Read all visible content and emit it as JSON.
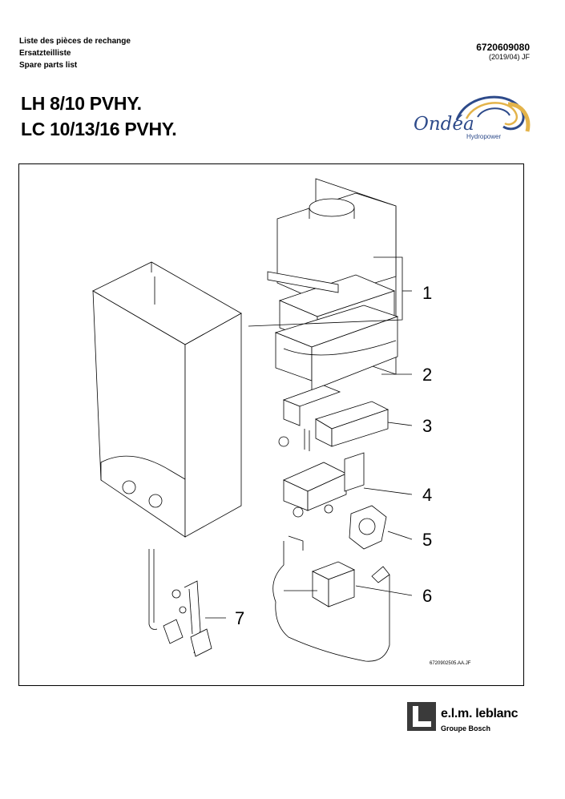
{
  "header": {
    "lines": [
      "Liste des pièces de rechange",
      "Ersatzteilliste",
      "Spare parts list"
    ],
    "doc_number": "6720609080",
    "doc_date": "(2019/04) JF"
  },
  "title": {
    "line1": "LH 8/10 PVHY.",
    "line2": "LC 10/13/16 PVHY."
  },
  "brand_badge": {
    "name": "Ondéa",
    "sub": "Hydropower"
  },
  "diagram": {
    "callouts": [
      "1",
      "2",
      "3",
      "4",
      "5",
      "6",
      "7"
    ],
    "figure_ref": "6720902505.AA.JF"
  },
  "footer": {
    "company": "e.l.m. leblanc",
    "group": "Groupe Bosch"
  },
  "colors": {
    "ink": "#000000",
    "ondea_blue": "#2d4a8a",
    "ondea_gold": "#e3b34a",
    "logo_grey": "#3a3a3a"
  }
}
